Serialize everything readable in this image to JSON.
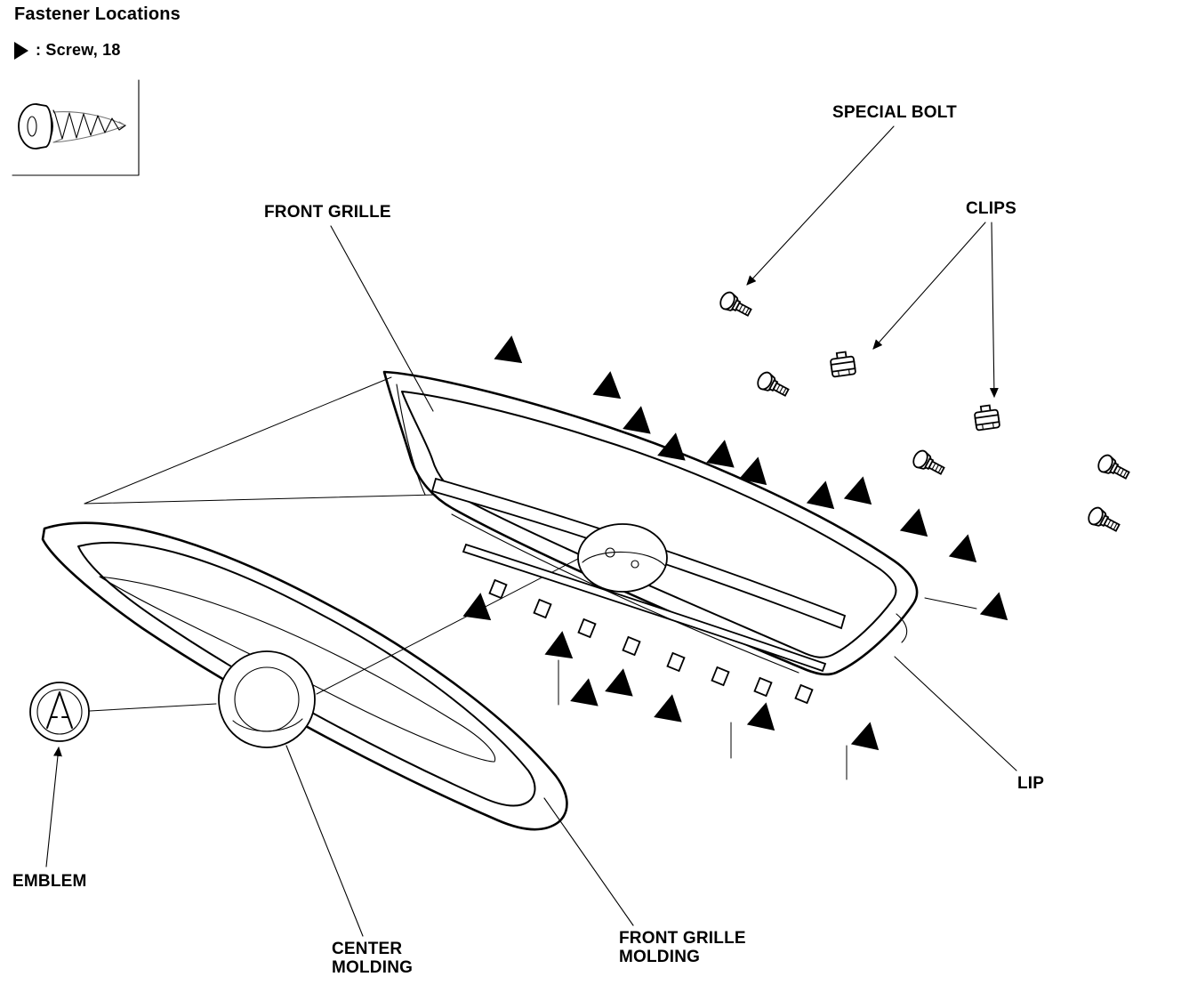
{
  "title": "Fastener Locations",
  "legend": {
    "marker_icon": "screw-triangle-icon",
    "label": ": Screw, 18",
    "screw_count": 18
  },
  "labels": {
    "front_grille": "FRONT GRILLE",
    "special_bolt": "SPECIAL BOLT",
    "clips": "CLIPS",
    "emblem": "EMBLEM",
    "center_molding": [
      "CENTER",
      "MOLDING"
    ],
    "front_grille_molding": [
      "FRONT GRILLE",
      "MOLDING"
    ],
    "lip": "LIP"
  },
  "colors": {
    "line": "#000000",
    "background": "#ffffff"
  },
  "fasteners": {
    "screws": [
      [
        573,
        394,
        8
      ],
      [
        684,
        434,
        8
      ],
      [
        718,
        473,
        10
      ],
      [
        757,
        503,
        10
      ],
      [
        812,
        511,
        10
      ],
      [
        849,
        530,
        12
      ],
      [
        925,
        557,
        12
      ],
      [
        967,
        552,
        12
      ],
      [
        1030,
        588,
        12
      ],
      [
        1085,
        617,
        12
      ],
      [
        538,
        683,
        8
      ],
      [
        630,
        726,
        8
      ],
      [
        659,
        779,
        10
      ],
      [
        698,
        768,
        10
      ],
      [
        753,
        797,
        10
      ],
      [
        858,
        806,
        12
      ],
      [
        975,
        828,
        12
      ],
      [
        1120,
        682,
        12
      ]
    ],
    "bolts": [
      [
        818,
        338,
        28
      ],
      [
        860,
        428,
        28
      ],
      [
        1035,
        516,
        28
      ],
      [
        1243,
        521,
        28
      ],
      [
        1232,
        580,
        28
      ]
    ],
    "clips": [
      [
        948,
        412,
        -8
      ],
      [
        1110,
        472,
        -8
      ]
    ]
  }
}
